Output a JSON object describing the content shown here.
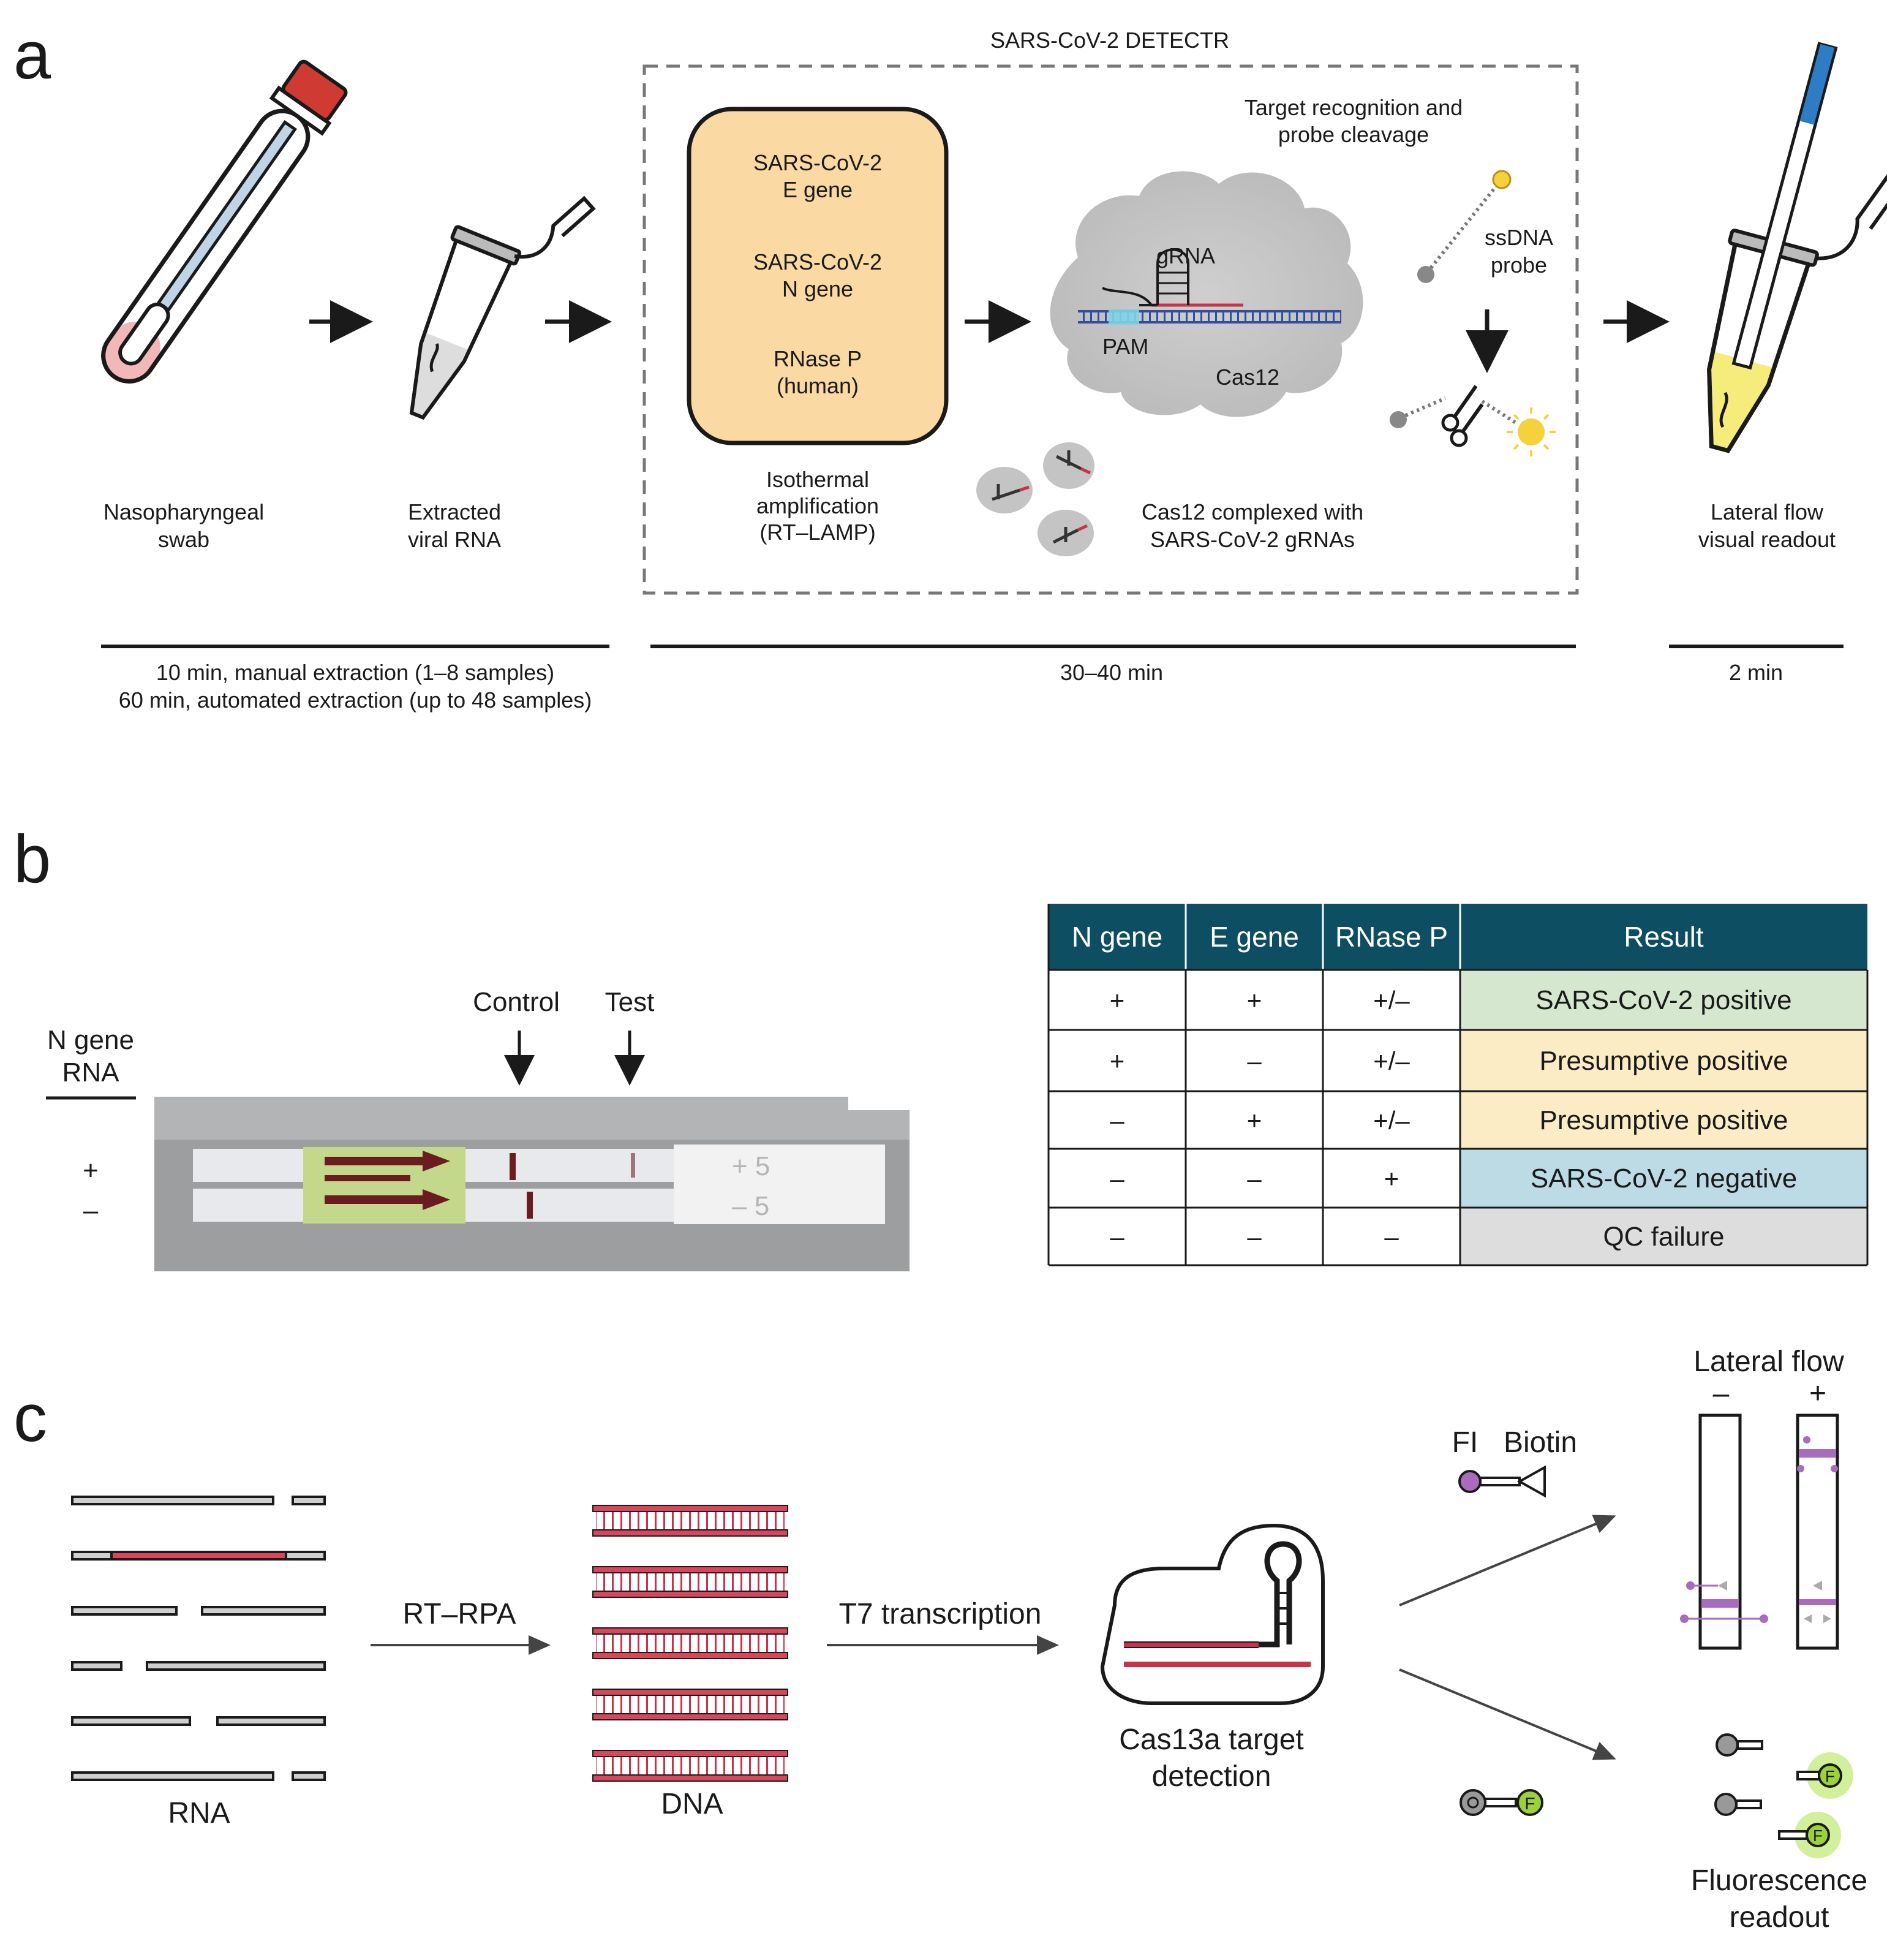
{
  "figure": {
    "panel_a": {
      "letter": "a",
      "box_title": "SARS-CoV-2 DETECTR",
      "swab_label": [
        "Nasopharyngeal",
        "swab"
      ],
      "rna_label": [
        "Extracted",
        "viral RNA"
      ],
      "targets": [
        "SARS-CoV-2",
        "E gene",
        "SARS-CoV-2",
        "N gene",
        "RNase P",
        "(human)"
      ],
      "amplification_label": [
        "Isothermal",
        "amplification",
        "(RT–LAMP)"
      ],
      "recognition_label": [
        "Target recognition and",
        "probe cleavage"
      ],
      "grna_label": "gRNA",
      "pam_label": "PAM",
      "cas12_label": "Cas12",
      "probe_label": [
        "ssDNA",
        "probe"
      ],
      "complex_label": [
        "Cas12 complexed with",
        "SARS-CoV-2 gRNAs"
      ],
      "readout_label": [
        "Lateral flow",
        "visual readout"
      ],
      "time_1": [
        "10 min, manual extraction (1–8 samples)",
        "60 min, automated extraction (up to 48 samples)"
      ],
      "time_2": "30–40 min",
      "time_3": "2 min"
    },
    "panel_b": {
      "letter": "b",
      "strip_header": [
        "N gene",
        "RNA"
      ],
      "control_label": "Control",
      "test_label": "Test",
      "row_signs": [
        "+",
        "–"
      ],
      "strip_marks": [
        "+ 5",
        "– 5"
      ],
      "table": {
        "headers": [
          "N gene",
          "E gene",
          "RNase P",
          "Result"
        ],
        "rows": [
          [
            "+",
            "+",
            "+/–",
            "SARS-CoV-2 positive"
          ],
          [
            "+",
            "–",
            "+/–",
            "Presumptive positive"
          ],
          [
            "–",
            "+",
            "+/–",
            "Presumptive positive"
          ],
          [
            "–",
            "–",
            "+",
            "SARS-CoV-2 negative"
          ],
          [
            "–",
            "–",
            "–",
            "QC failure"
          ]
        ],
        "colors": {
          "header": "#0d4e63",
          "positive": "#d5e7cf",
          "presumptive": "#fcecc6",
          "negative": "#bcdbe5",
          "failure": "#dddddd"
        }
      }
    },
    "panel_c": {
      "letter": "c",
      "rna_label": "RNA",
      "rpa_label": "RT–RPA",
      "dna_label": "DNA",
      "t7_label": "T7 transcription",
      "cas13_label": [
        "Cas13a target",
        "detection"
      ],
      "fi_label": "FI",
      "biotin_label": "Biotin",
      "lateral_flow_label": "Lateral flow",
      "lf_minus": "–",
      "lf_plus": "+",
      "fluorophore_letter": "F",
      "fluorescence_label": [
        "Fluorescence",
        "readout"
      ]
    }
  }
}
